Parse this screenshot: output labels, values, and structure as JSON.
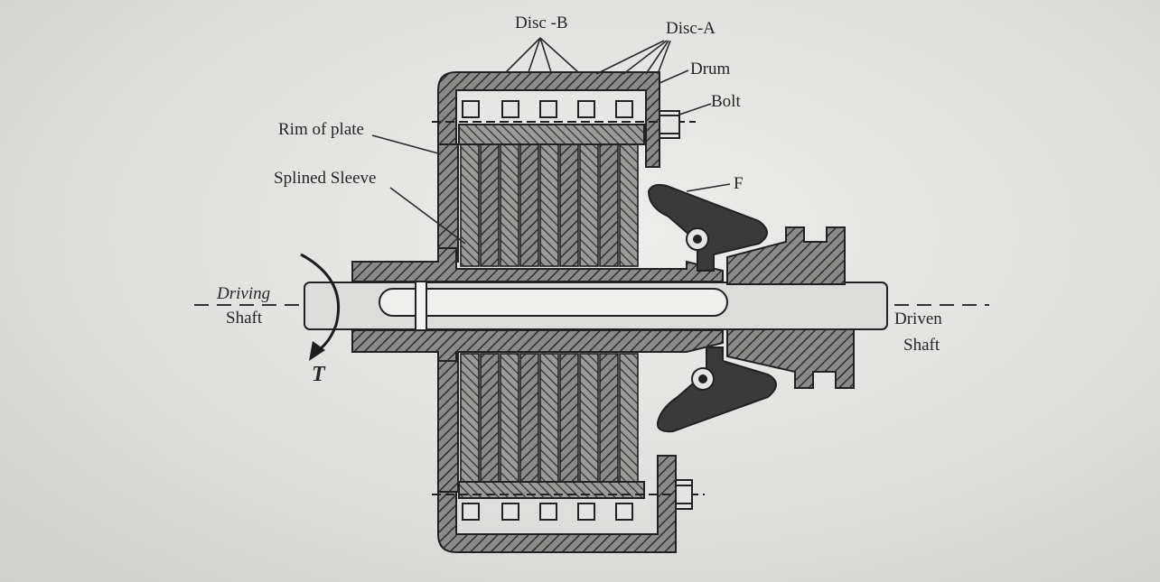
{
  "labels": {
    "disc_b": "Disc -B",
    "disc_a": "Disc-A",
    "drum": "Drum",
    "bolt": "Bolt",
    "rim_of_plate": "Rim of plate",
    "splined_sleeve": "Splined Sleeve",
    "lever_f": "F",
    "driving": "Driving",
    "driving_shaft": "Shaft",
    "driven": "Driven",
    "driven_shaft": "Shaft",
    "torque": "T"
  },
  "colors": {
    "ink": "#2b2b2b",
    "part_fill": "#7a7a7a",
    "shaft_fill": "#d8d8d6",
    "lever_fill": "#3a3a3a"
  }
}
